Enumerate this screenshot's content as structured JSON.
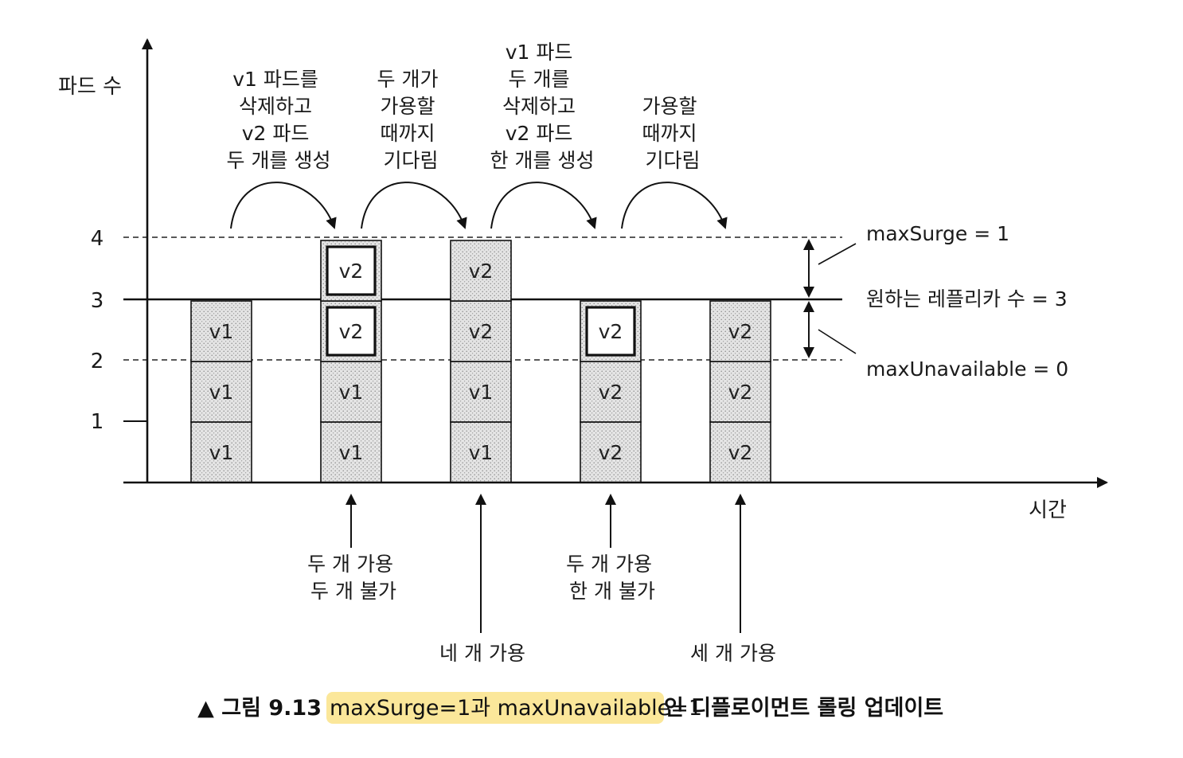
{
  "axes": {
    "y_label": "파드 수",
    "x_label": "시간",
    "y_ticks": [
      "1",
      "2",
      "3",
      "4"
    ]
  },
  "levels": {
    "max_surge": "maxSurge = 1",
    "desired": "원하는 레플리카 수 = 3",
    "max_unavailable": "maxUnavailable = 0"
  },
  "top_notes": [
    [
      "v1 파드를",
      "삭제하고",
      "v2 파드",
      "두 개를 생성"
    ],
    [
      "두 개가",
      "가용할",
      "때까지",
      "기다림"
    ],
    [
      "v1 파드",
      "두 개를",
      "삭제하고",
      "v2 파드",
      "한 개를 생성"
    ],
    [
      "가용할",
      "때까지",
      "기다림"
    ]
  ],
  "bottom_notes": [
    [
      "두 개 가용",
      "두 개 불가"
    ],
    [
      "네 개 가용"
    ],
    [
      "두 개 가용",
      "한 개 불가"
    ],
    [
      "세 개 가용"
    ]
  ],
  "columns": [
    {
      "stack": [
        {
          "label": "v1",
          "style": "dotted"
        },
        {
          "label": "v1",
          "style": "dotted"
        },
        {
          "label": "v1",
          "style": "dotted"
        }
      ]
    },
    {
      "stack": [
        {
          "label": "v1",
          "style": "dotted"
        },
        {
          "label": "v1",
          "style": "dotted"
        },
        {
          "label": "v2",
          "style": "new"
        },
        {
          "label": "v2",
          "style": "new"
        }
      ]
    },
    {
      "stack": [
        {
          "label": "v1",
          "style": "dotted"
        },
        {
          "label": "v1",
          "style": "dotted"
        },
        {
          "label": "v2",
          "style": "dotted"
        },
        {
          "label": "v2",
          "style": "dotted"
        }
      ]
    },
    {
      "stack": [
        {
          "label": "v2",
          "style": "dotted"
        },
        {
          "label": "v2",
          "style": "dotted"
        },
        {
          "label": "v2",
          "style": "new"
        }
      ]
    },
    {
      "stack": [
        {
          "label": "v2",
          "style": "dotted"
        },
        {
          "label": "v2",
          "style": "dotted"
        },
        {
          "label": "v2",
          "style": "dotted"
        }
      ]
    }
  ],
  "caption": {
    "prefix": "▲ 그림 9.13",
    "highlight": "maxSurge=1과 maxUnavailable=1",
    "suffix": "인 디플로이먼트 롤링 업데이트",
    "highlight_color": "#fbe79a"
  }
}
